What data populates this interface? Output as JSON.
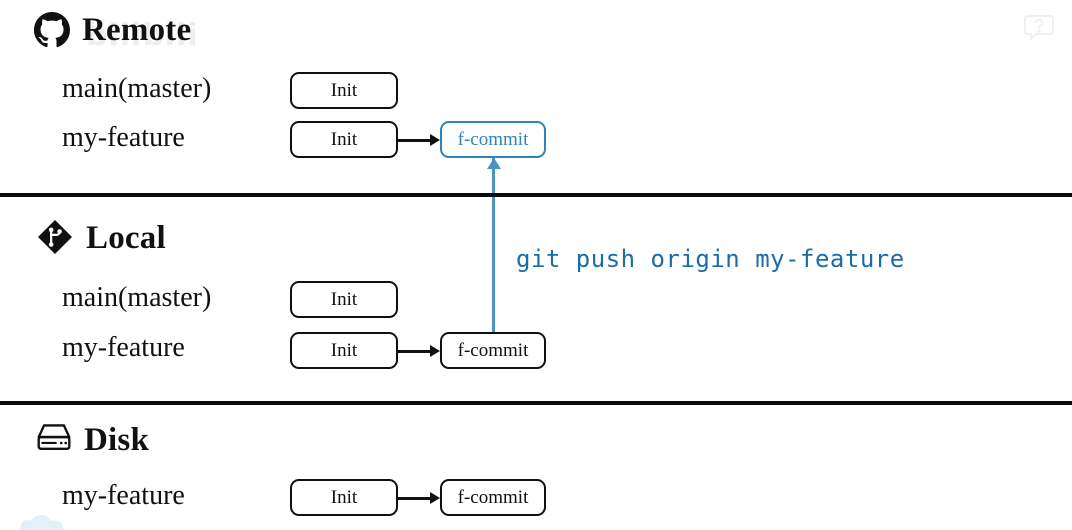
{
  "meta": {
    "accent_blue": "#2e83b8",
    "arrow_blue": "#4a93c4",
    "command_blue": "#1b6ca8",
    "ink": "#111111",
    "background": "#ffffff"
  },
  "watermarks": {
    "brand_text": "bilibili",
    "help_icon": "help-chat-bubble-icon",
    "cloud_icon": "cloud-watermark-icon"
  },
  "sections": [
    {
      "id": "remote",
      "title": "Remote",
      "icon": "github-icon",
      "rows": [
        {
          "label": "main(master)",
          "nodes": [
            {
              "label": "Init",
              "accent": false
            }
          ]
        },
        {
          "label": "my-feature",
          "nodes": [
            {
              "label": "Init",
              "accent": false
            },
            {
              "label": "f-commit",
              "accent": true
            }
          ]
        }
      ]
    },
    {
      "id": "local",
      "title": "Local",
      "icon": "git-icon",
      "rows": [
        {
          "label": "main(master)",
          "nodes": [
            {
              "label": "Init",
              "accent": false
            }
          ]
        },
        {
          "label": "my-feature",
          "nodes": [
            {
              "label": "Init",
              "accent": false
            },
            {
              "label": "f-commit",
              "accent": false
            }
          ]
        }
      ]
    },
    {
      "id": "disk",
      "title": "Disk",
      "icon": "hard-drive-icon",
      "rows": [
        {
          "label": "my-feature",
          "nodes": [
            {
              "label": "Init",
              "accent": false
            },
            {
              "label": "f-commit",
              "accent": false
            }
          ]
        }
      ]
    }
  ],
  "annotation": {
    "command": "git push origin my-feature"
  }
}
